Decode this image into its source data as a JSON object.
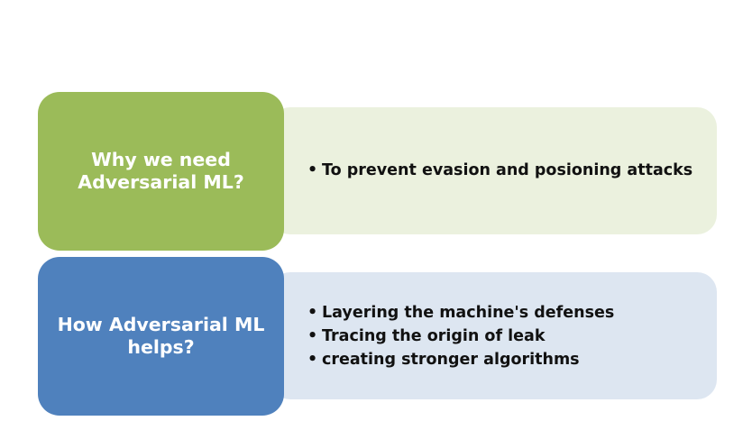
{
  "colors": {
    "row1_label_bg": "#9bbb59",
    "row1_detail_bg": "#ebf1de",
    "row2_label_bg": "#4f81bd",
    "row2_detail_bg": "#dde6f1",
    "label_text": "#ffffff",
    "bullet_text": "#111111"
  },
  "bullet_char": "•",
  "rows": [
    {
      "label": "Why we need\nAdversarial ML?",
      "bullets": [
        "To prevent evasion and posioning attacks"
      ]
    },
    {
      "label": "How Adversarial ML\nhelps?",
      "bullets": [
        "Layering the machine's defenses",
        "Tracing the origin of leak",
        "creating stronger algorithms"
      ]
    }
  ]
}
